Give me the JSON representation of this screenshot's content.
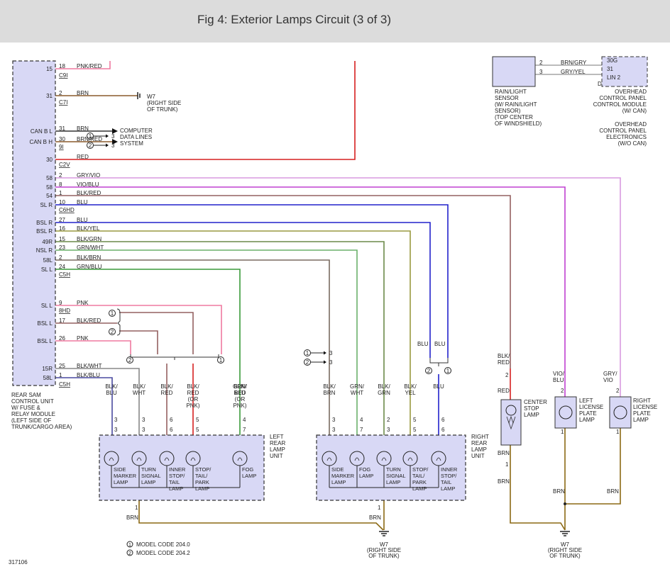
{
  "title": "Fig 4: Exterior Lamps Circuit (3 of 3)",
  "figure_id": "317106",
  "colors": {
    "wire_red": "#d62020",
    "wire_pink": "#ef7aa0",
    "wire_brown": "#8a5a2b",
    "wire_gray_violet": "#d89adf",
    "wire_violet_blue": "#c040d0",
    "wire_black_red": "#946060",
    "wire_blue": "#2222cc",
    "wire_black_yellow": "#9a9a40",
    "wire_black_green": "#6c8a4a",
    "wire_green_white": "#6ab06a",
    "wire_black_brown": "#7a6a60",
    "wire_green_blue": "#3a9a3a",
    "wire_black_white": "#888888",
    "wire_black_blue": "#4a4aa0",
    "wire_ground": "#8b6914",
    "module_fill": "#d8d8f5"
  },
  "sam": {
    "label": [
      "REAR SAM",
      "CONTROL UNIT",
      "W/ FUSE &",
      "RELAY MODULE",
      "(LEFT SIDE OF",
      "TRUNK/CARGO AREA)"
    ],
    "terminals": [
      {
        "name": "15",
        "pin": "18",
        "wire": "PNK/RED",
        "conn": "C9I"
      },
      {
        "name": "31",
        "pin": "2",
        "wire": "BRN",
        "conn": "C7I"
      },
      {
        "name": "CAN B L",
        "pin": "31",
        "wire": "BRN"
      },
      {
        "name": "CAN B H",
        "pin": "30",
        "wire": "BRN/RED",
        "conn": "9I"
      },
      {
        "name": "30",
        "pin": "",
        "wire": "RED",
        "conn": "C2V"
      },
      {
        "name": "58",
        "pin": "2",
        "wire": "GRY/VIO"
      },
      {
        "name": "58",
        "pin": "8",
        "wire": "VIO/BLU"
      },
      {
        "name": "54",
        "pin": "1",
        "wire": "BLK/RED"
      },
      {
        "name": "SL R",
        "pin": "10",
        "wire": "BLU",
        "conn": "C6HD"
      },
      {
        "name": "BSL R",
        "pin": "27",
        "wire": "BLU"
      },
      {
        "name": "BSL R",
        "pin": "16",
        "wire": "BLK/YEL"
      },
      {
        "name": "49R",
        "pin": "15",
        "wire": "BLK/GRN"
      },
      {
        "name": "NSL R",
        "pin": "23",
        "wire": "GRN/WHT"
      },
      {
        "name": "58L",
        "pin": "2",
        "wire": "BLK/BRN"
      },
      {
        "name": "SL L",
        "pin": "24",
        "wire": "GRN/BLU",
        "conn": "C5H"
      },
      {
        "name": "SL L",
        "pin": "9",
        "wire": "PNK",
        "conn": "8HD"
      },
      {
        "name": "BSL L",
        "pin": "17",
        "wire": "BLK/RED"
      },
      {
        "name": "BSL L",
        "pin": "26",
        "wire": "PNK"
      },
      {
        "name": "15R",
        "pin": "25",
        "wire": "BLK/WHT"
      },
      {
        "name": "58L",
        "pin": "1",
        "wire": "BLK/BLU",
        "conn": "C5H"
      }
    ]
  },
  "w7_top": [
    "W7",
    "(RIGHT SIDE",
    "OF TRUNK)"
  ],
  "can_label": [
    "COMPUTER",
    "DATA LINES",
    "SYSTEM"
  ],
  "rain_sensor": {
    "label": [
      "RAIN/LIGHT",
      "SENSOR",
      "(W/ RAIN/LIGHT",
      "SENSOR)",
      "(TOP CENTER",
      "OF WINDSHIELD)"
    ],
    "pins": [
      {
        "pin": "2",
        "wire": "BRN/GRY"
      },
      {
        "pin": "3",
        "wire": "GRY/YEL"
      }
    ]
  },
  "overhead": {
    "terminals": [
      "30G",
      "31",
      "LIN 2"
    ],
    "pin_d": "D",
    "label_a": [
      "OVERHEAD",
      "CONTROL PANEL",
      "CONTROL MODULE",
      "(W/ CAN)"
    ],
    "label_b": [
      "OVERHEAD",
      "CONTROL PANEL",
      "ELECTRONICS",
      "(W/O CAN)"
    ]
  },
  "splice_labels": {
    "s1": "1",
    "s2": "2"
  },
  "blu_pair": [
    "BLU",
    "BLU"
  ],
  "left_lamp": {
    "label": [
      "LEFT",
      "REAR",
      "LAMP",
      "UNIT"
    ],
    "wire_labels": [
      [
        "BLK/",
        "BLU"
      ],
      [
        "BLK/",
        "WHT"
      ],
      [
        "BLK/",
        "RED"
      ],
      [
        "BLK/",
        "RED",
        "(OR",
        "PNK)"
      ],
      [
        "BLK/",
        "RED",
        "(OR",
        "PNK)"
      ],
      [
        "GRN/",
        "BLU"
      ]
    ],
    "pins_top": [
      "3",
      "3",
      "6",
      "5",
      "4"
    ],
    "pins_bottom": [
      "3",
      "3",
      "6",
      "5",
      "7"
    ],
    "lamps": [
      [
        "SIDE",
        "MARKER",
        "LAMP"
      ],
      [
        "TURN",
        "SIGNAL",
        "LAMP"
      ],
      [
        "INNER",
        "STOP/",
        "TAIL",
        "LAMP"
      ],
      [
        "STOP/",
        "TAIL/",
        "PARK",
        "LAMP"
      ],
      [
        "FOG",
        "LAMP"
      ]
    ],
    "ground_pin": "1",
    "ground_wire": "BRN"
  },
  "right_lamp": {
    "label": [
      "RIGHT",
      "REAR",
      "LAMP",
      "UNIT"
    ],
    "wire_labels": [
      [
        "BLK/",
        "BRN"
      ],
      [
        "GRN/",
        "WHT"
      ],
      [
        "BLK/",
        "GRN"
      ],
      [
        "BLK/",
        "YEL"
      ],
      [
        "BLU"
      ]
    ],
    "pins_top": [
      "3",
      "4",
      "2",
      "5",
      "6"
    ],
    "pins_bottom": [
      "3",
      "7",
      "3",
      "5",
      "6"
    ],
    "lamps": [
      [
        "SIDE",
        "MARKER",
        "LAMP"
      ],
      [
        "FOG",
        "LAMP"
      ],
      [
        "TURN",
        "SIGNAL",
        "LAMP"
      ],
      [
        "STOP/",
        "TAIL/",
        "PARK",
        "LAMP"
      ],
      [
        "INNER",
        "STOP/",
        "TAIL",
        "LAMP"
      ]
    ],
    "ground_pin": "1",
    "ground_wire": "BRN"
  },
  "center_stop": {
    "wire_top": [
      "BLK/",
      "RED"
    ],
    "pin_top": "2",
    "wire_mid": "RED",
    "label": [
      "CENTER",
      "STOP",
      "LAMP"
    ],
    "pin_bottom": "1",
    "wire_bottom": "BRN"
  },
  "left_plate": {
    "wire_top": [
      "VIO/",
      "BLU"
    ],
    "pin_top": "2",
    "label": [
      "LEFT",
      "LICENSE",
      "PLATE",
      "LAMP"
    ],
    "pin_bottom": "1",
    "wire_bottom": "BRN"
  },
  "right_plate": {
    "wire_top": [
      "GRY/",
      "VIO"
    ],
    "pin_top": "2",
    "label": [
      "RIGHT",
      "LICENSE",
      "PLATE",
      "LAMP"
    ],
    "pin_bottom": "1",
    "wire_bottom": "BRN"
  },
  "w7_bottom_center": [
    "W7",
    "(RIGHT SIDE",
    "OF TRUNK)"
  ],
  "w7_bottom_right": [
    "W7",
    "(RIGHT SIDE",
    "OF TRUNK)"
  ],
  "legend": [
    {
      "num": "1",
      "text": "MODEL CODE 204.0"
    },
    {
      "num": "2",
      "text": "MODEL CODE 204.2"
    }
  ]
}
